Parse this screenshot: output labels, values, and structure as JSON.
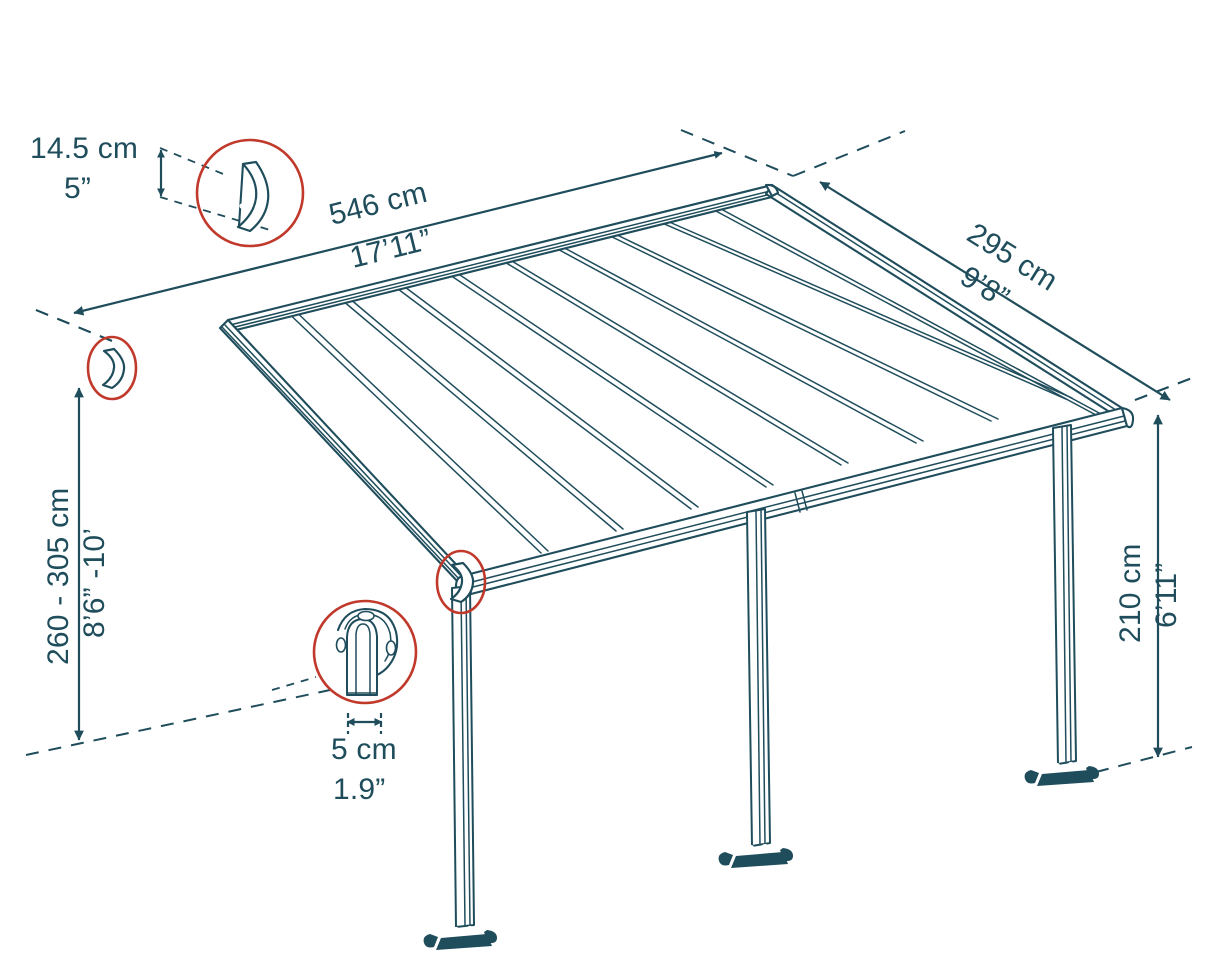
{
  "drawing": {
    "title": "Patio cover isometric dimension drawing",
    "subject": "lean-to patio cover / awning",
    "colors": {
      "line": "#1f4d5c",
      "text": "#1f4d5c",
      "detail_circle": "#c0392b",
      "background": "#ffffff"
    }
  },
  "dimensions": {
    "profile_height": {
      "metric": "14.5 cm",
      "imperial": "5”",
      "label_name": "gutter-profile-height"
    },
    "width": {
      "metric": "546 cm",
      "imperial": "17’11”",
      "label_name": "overall-width"
    },
    "projection": {
      "metric": "295 cm",
      "imperial": "9’8”",
      "label_name": "overall-projection"
    },
    "wall_height": {
      "metric": "260 - 305 cm",
      "imperial": "8’6” -10’",
      "label_name": "wall-mount-height"
    },
    "front_height": {
      "metric": "210 cm",
      "imperial": "6’11”",
      "label_name": "front-post-height"
    },
    "post_width": {
      "metric": "5 cm",
      "imperial": "1.9”",
      "label_name": "post-width"
    }
  },
  "detail_callouts": [
    {
      "id": "profile-detail",
      "name": "gutter-profile-detail-circle",
      "description": "D-shaped extruded gutter profile cross section"
    },
    {
      "id": "wall-bracket-detail",
      "name": "wall-bracket-detail-circle",
      "description": "wall mounting bracket end cap"
    },
    {
      "id": "beam-corner-detail",
      "name": "beam-corner-detail-circle",
      "description": "front beam corner joint"
    },
    {
      "id": "post-detail",
      "name": "post-cross-section-detail-circle",
      "description": "post top connector cross section"
    }
  ],
  "structure": {
    "roof_panel_count": 10,
    "post_count": 3,
    "post_names": [
      "front-post-left",
      "front-post-middle",
      "front-post-right"
    ],
    "parts": [
      "roof-panel",
      "rafter",
      "front-beam",
      "wall-beam",
      "support-post",
      "post-base-plate"
    ]
  }
}
